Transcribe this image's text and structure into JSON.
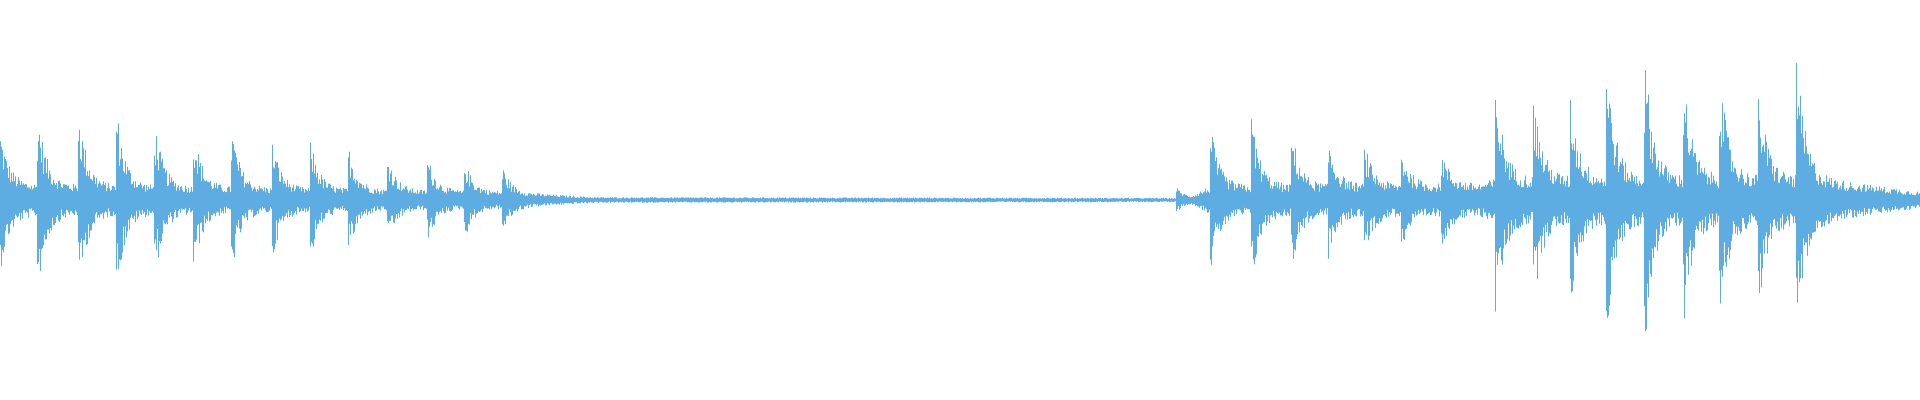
{
  "chart_data": {
    "type": "area",
    "kind": "audio-waveform",
    "color": "#5dade2",
    "background": "#ffffff",
    "grid": false,
    "amplitude_range": [
      -1,
      1
    ],
    "time_range": [
      0,
      1
    ],
    "baseline_noise": [
      {
        "t": 0.0,
        "a": 0.08
      },
      {
        "t": 0.26,
        "a": 0.04
      },
      {
        "t": 0.31,
        "a": 0.012
      },
      {
        "t": 0.62,
        "a": 0.008
      },
      {
        "t": 0.63,
        "a": 0.07
      },
      {
        "t": 0.77,
        "a": 0.08
      },
      {
        "t": 0.78,
        "a": 0.11
      },
      {
        "t": 0.94,
        "a": 0.12
      },
      {
        "t": 1.0,
        "a": 0.04
      }
    ],
    "onsets": [
      {
        "t": 0.0,
        "a": 0.28
      },
      {
        "t": 0.02,
        "a": 0.34
      },
      {
        "t": 0.041,
        "a": 0.38
      },
      {
        "t": 0.061,
        "a": 0.36
      },
      {
        "t": 0.081,
        "a": 0.29
      },
      {
        "t": 0.101,
        "a": 0.28
      },
      {
        "t": 0.121,
        "a": 0.28
      },
      {
        "t": 0.142,
        "a": 0.23
      },
      {
        "t": 0.162,
        "a": 0.23
      },
      {
        "t": 0.182,
        "a": 0.2
      },
      {
        "t": 0.202,
        "a": 0.17
      },
      {
        "t": 0.223,
        "a": 0.16
      },
      {
        "t": 0.242,
        "a": 0.15
      },
      {
        "t": 0.262,
        "a": 0.12
      },
      {
        "t": 0.613,
        "a": 0.05
      },
      {
        "t": 0.631,
        "a": 0.26
      },
      {
        "t": 0.652,
        "a": 0.34
      },
      {
        "t": 0.673,
        "a": 0.26
      },
      {
        "t": 0.692,
        "a": 0.22
      },
      {
        "t": 0.711,
        "a": 0.19
      },
      {
        "t": 0.73,
        "a": 0.17
      },
      {
        "t": 0.751,
        "a": 0.16
      },
      {
        "t": 0.779,
        "a": 0.47
      },
      {
        "t": 0.799,
        "a": 0.39
      },
      {
        "t": 0.818,
        "a": 0.41
      },
      {
        "t": 0.837,
        "a": 0.56
      },
      {
        "t": 0.857,
        "a": 0.56
      },
      {
        "t": 0.877,
        "a": 0.49
      },
      {
        "t": 0.896,
        "a": 0.48
      },
      {
        "t": 0.916,
        "a": 0.43
      },
      {
        "t": 0.936,
        "a": 0.56
      }
    ]
  }
}
